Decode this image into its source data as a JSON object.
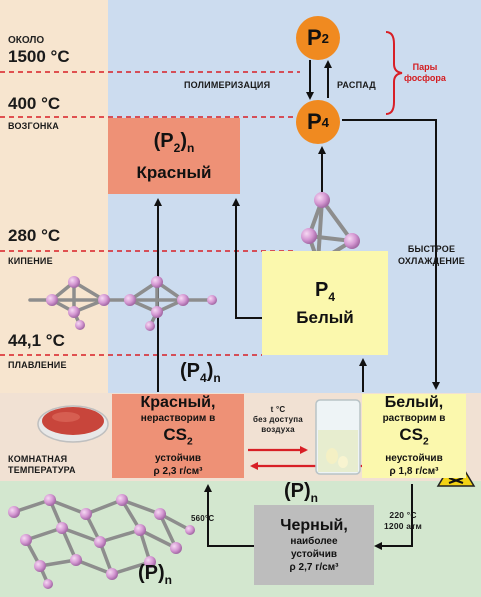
{
  "temperatures": {
    "t1500_top": "ОКОЛО",
    "t1500": "1500 °C",
    "t400": "400 °C",
    "t400_label": "ВОЗГОНКА",
    "t280": "280 °C",
    "t280_label": "КИПЕНИЕ",
    "t44": "44,1 °C",
    "t44_label": "ПЛАВЛЕНИЕ",
    "room_line1": "КОМНАТНАЯ",
    "room_line2": "ТЕМПЕРАТУРА"
  },
  "molecules": {
    "p2_letter": "P",
    "p2_sub": "2",
    "p4_letter": "P",
    "p4_sub": "4"
  },
  "labels": {
    "polymerization": "ПОЛИМЕРИЗАЦИЯ",
    "decay": "РАСПАД",
    "vapors_line1": "Пары",
    "vapors_line2": "фосфора",
    "fast_cool_line1": "БЫСТРОЕ",
    "fast_cool_line2": "ОХЛАЖДЕНИЕ",
    "t_line1": "t °C",
    "t_line2": "без доступа",
    "t_line3": "воздуха",
    "t560": "560°C",
    "t220_line1": "220 °C",
    "t220_line2": "1200 атм"
  },
  "boxes": {
    "red_top": {
      "formula_main": "(P",
      "formula_sub1": "2",
      "formula_close": ")",
      "formula_sub2": "n",
      "name": "Красный"
    },
    "white_mid": {
      "formula_main": "P",
      "formula_sub": "4",
      "name": "Белый"
    },
    "red_room": {
      "name": "Красный,",
      "line2": "нерастворим в",
      "cs_main": "CS",
      "cs_sub": "2",
      "line4": "устойчив",
      "density": "ρ 2,3 г/см³"
    },
    "white_room": {
      "name": "Белый,",
      "line2": "растворим в",
      "cs_main": "CS",
      "cs_sub": "2",
      "line4": "неустойчив",
      "density": "ρ 1,8 г/см³"
    },
    "black": {
      "name": "Черный,",
      "line2": "наиболее",
      "line3": "устойчив",
      "density": "ρ 2,7 г/см³"
    }
  },
  "polymer_labels": {
    "p4n_main": "(P",
    "p4n_sub1": "4",
    "p4n_close": ")",
    "p4n_sub2": "n",
    "pn_mid_main": "(P)",
    "pn_mid_sub": "n",
    "pn_bottom_main": "(P)",
    "pn_bottom_sub": "n"
  },
  "colors": {
    "accent_orange": "#f08a20",
    "red_box": "#ee9176",
    "yellow_box": "#fbf8ad",
    "gray_box": "#bdbdbd",
    "dashed_line": "#d81f26",
    "red_arrow": "#d81f26"
  },
  "icons": [
    "hazard-skull-icon",
    "petri-dish-icon",
    "beaker-icon"
  ]
}
